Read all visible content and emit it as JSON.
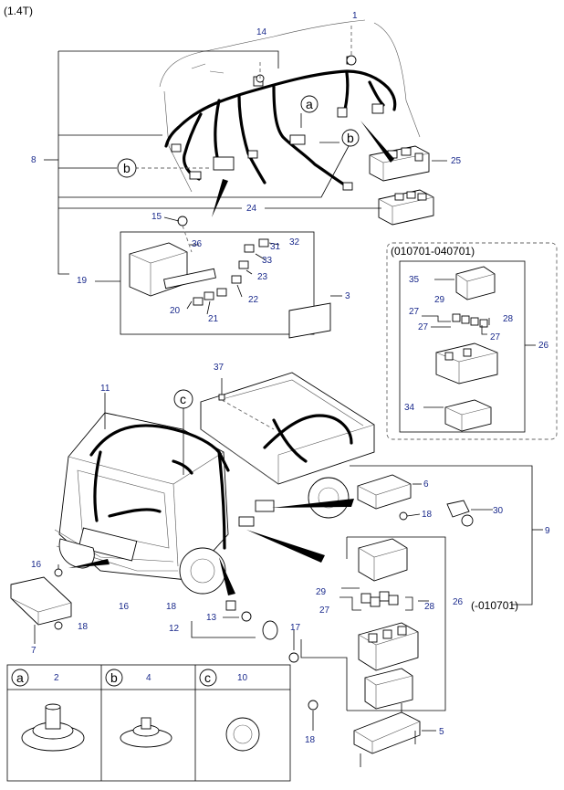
{
  "header": {
    "model": "(1.4T)"
  },
  "inset_upper_range": "(010701-040701)",
  "inset_lower_range": "(-010701)",
  "callouts": {
    "p1": "1",
    "p2": "2",
    "p3": "3",
    "p4": "4",
    "p5": "5",
    "p6": "6",
    "p7": "7",
    "p8": "8",
    "p9": "9",
    "p10": "10",
    "p11": "11",
    "p12": "12",
    "p13": "13",
    "p14": "14",
    "p15": "15",
    "p16a": "16",
    "p16b": "16",
    "p17": "17",
    "p18a": "18",
    "p18b": "18",
    "p18c": "18",
    "p18d": "18",
    "p19": "19",
    "p20": "20",
    "p21": "21",
    "p22": "22",
    "p23": "23",
    "p24": "24",
    "p25": "25",
    "p26a": "26",
    "p26b": "26",
    "p27a": "27",
    "p27b": "27",
    "p27c": "27",
    "p27d": "27",
    "p28a": "28",
    "p28b": "28",
    "p29a": "29",
    "p29b": "29",
    "p30": "30",
    "p31": "31",
    "p32": "32",
    "p33": "33",
    "p34": "34",
    "p35": "35",
    "p36": "36",
    "p37": "37"
  },
  "reference_letters": {
    "a": "a",
    "b": "b",
    "c": "c"
  },
  "legend_table": [
    {
      "letter": "a",
      "part": "2"
    },
    {
      "letter": "b",
      "part": "4"
    },
    {
      "letter": "c",
      "part": "10"
    }
  ],
  "colors": {
    "callout_text": "#1a2a8c",
    "line": "#000000"
  }
}
